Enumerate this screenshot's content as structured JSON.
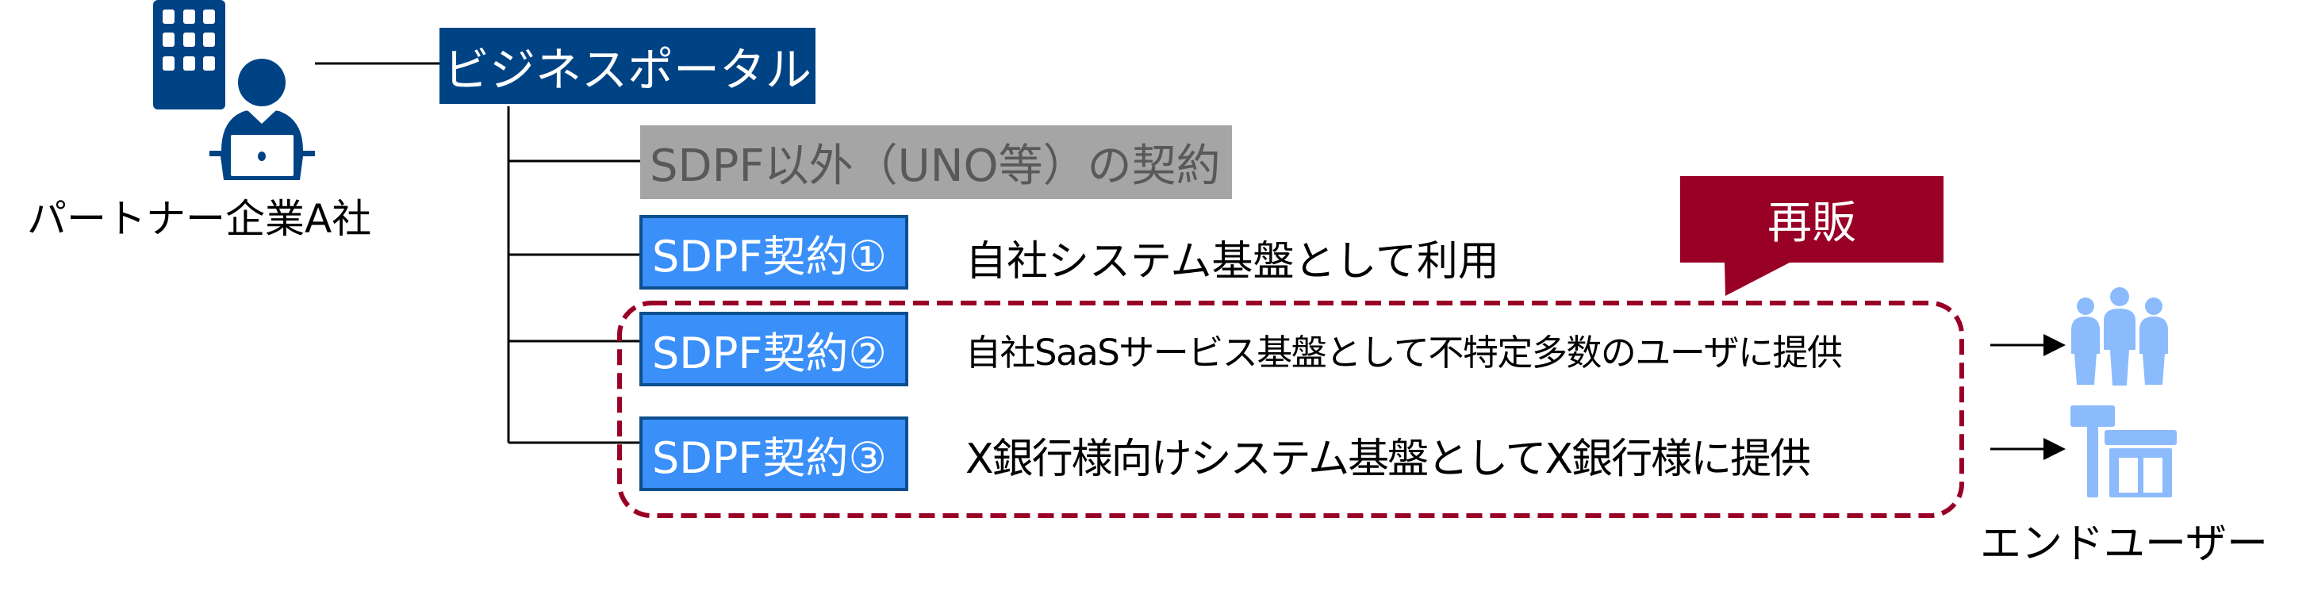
{
  "partner": {
    "label": "パートナー企業A社",
    "icon": "building-person-laptop-icon"
  },
  "portal": {
    "label": "ビジネスポータル"
  },
  "contracts": [
    {
      "label": "SDPF以外（UNO等）の契約",
      "description": ""
    },
    {
      "label": "SDPF契約①",
      "description": "自社システム基盤として利用"
    },
    {
      "label": "SDPF契約②",
      "description": "自社SaaSサービス基盤として不特定多数のユーザに提供"
    },
    {
      "label": "SDPF契約③",
      "description": "X銀行様向けシステム基盤としてX銀行様に提供"
    }
  ],
  "resale": {
    "label": "再販"
  },
  "end_user": {
    "label": "エンドユーザー",
    "icons": [
      "people-group-icon",
      "store-icon"
    ]
  },
  "colors": {
    "navy": "#004385",
    "blue": "#3a8ff9",
    "gray": "#a5a5a5",
    "resale": "#990026",
    "icon_light": "#8bbbfc"
  }
}
